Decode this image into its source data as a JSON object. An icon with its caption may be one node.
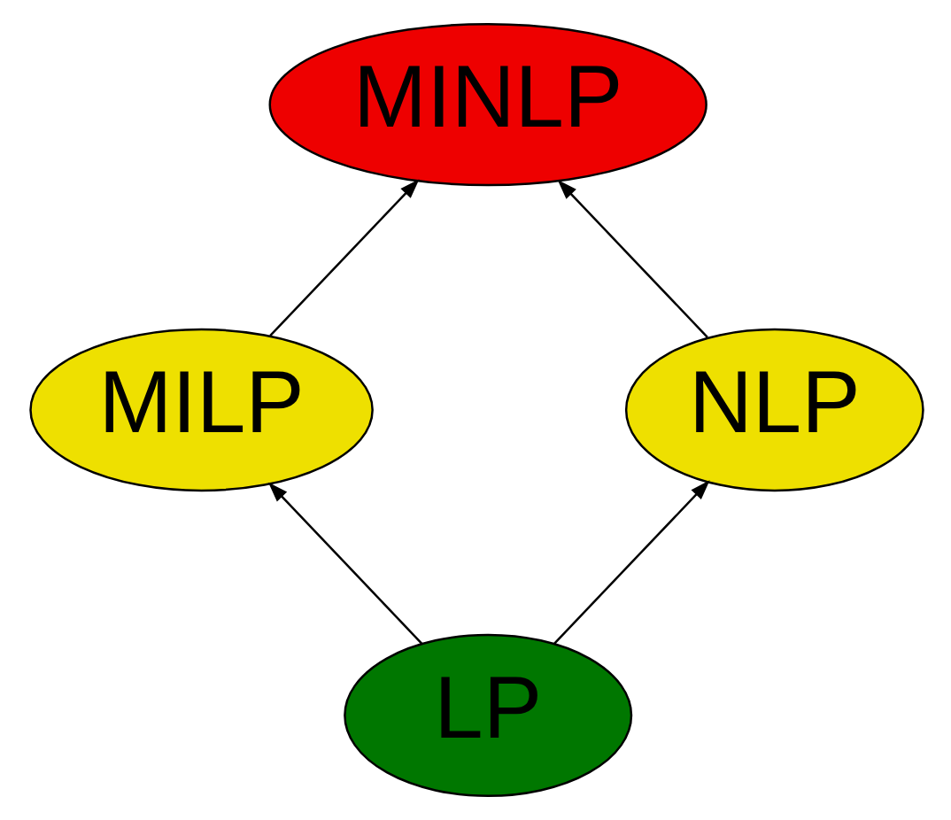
{
  "diagram": {
    "nodes": [
      {
        "text": [
          "MINLP"
        ]
      },
      {
        "text": [
          "MILP"
        ]
      },
      {
        "text": [
          "NLP"
        ]
      },
      {
        "text": [
          "LP"
        ]
      }
    ],
    "edges": [
      {
        "from": 3,
        "to": 1,
        "arrow": "to"
      },
      {
        "from": 3,
        "to": 2,
        "arrow": "to"
      },
      {
        "from": 1,
        "to": 0,
        "arrow": "to"
      },
      {
        "from": 2,
        "to": 0,
        "arrow": "to"
      }
    ]
  }
}
